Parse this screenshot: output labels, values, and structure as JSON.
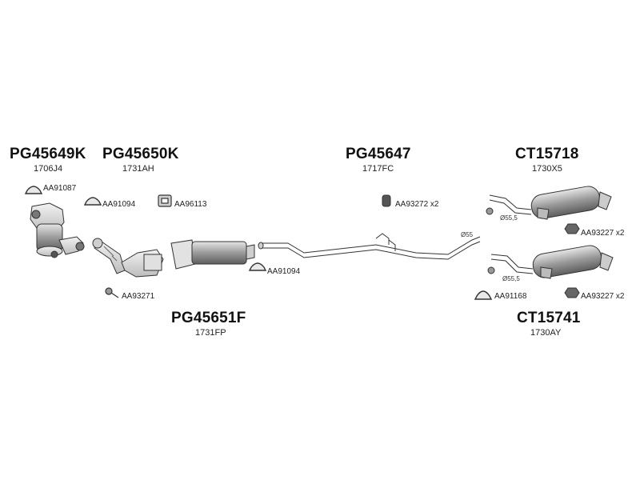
{
  "parts": {
    "p1": {
      "code": "PG45649K",
      "ref": "1706J4"
    },
    "p2": {
      "code": "PG45650K",
      "ref": "1731AH"
    },
    "p3": {
      "code": "PG45647",
      "ref": "1717FC"
    },
    "p4": {
      "code": "CT15718",
      "ref": "1730X5"
    },
    "p5": {
      "code": "PG45651F",
      "ref": "1731FP"
    },
    "p6": {
      "code": "CT15741",
      "ref": "1730AY"
    }
  },
  "accessories": {
    "a1": "AA91087",
    "a2": "AA91094",
    "a3": "AA96113",
    "a4": "AA93272 x2",
    "a5": "AA93227 x2",
    "a6": "AA91094",
    "a7": "AA93271",
    "a8": "AA91168",
    "a9": "AA93227 x2"
  },
  "dimensions": {
    "d1": "Ø55",
    "d2": "Ø55,5",
    "d3": "Ø55,5"
  },
  "colors": {
    "line": "#3a3a3a",
    "fill_light": "#d8d8d8",
    "fill_mid": "#a8a8a8",
    "fill_dark": "#6a6a6a"
  }
}
